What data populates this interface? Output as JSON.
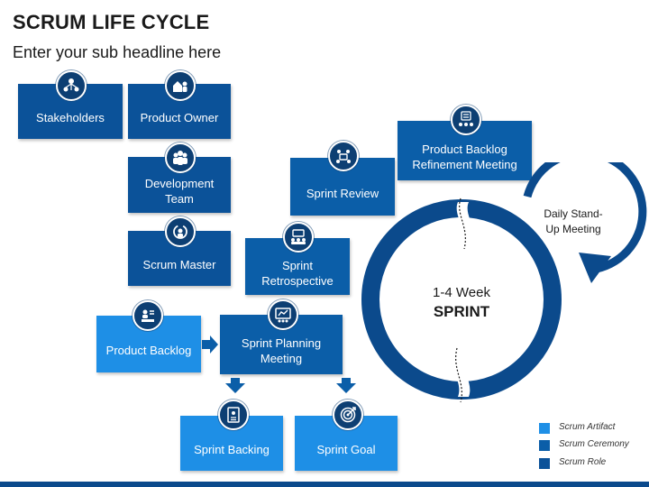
{
  "header": {
    "title": "SCRUM LIFE CYCLE",
    "subtitle": "Enter your sub headline here"
  },
  "boxes": {
    "stakeholders": "Stakeholders",
    "product_owner": "Product Owner",
    "development_team": "Development\nTeam",
    "scrum_master": "Scrum Master",
    "product_backlog": "Product Backlog",
    "sprint_planning": "Sprint Planning\nMeeting",
    "sprint_backing": "Sprint Backing",
    "sprint_goal": "Sprint Goal",
    "sprint_retrospective": "Sprint\nRetrospective",
    "sprint_review": "Sprint Review",
    "backlog_refinement": "Product Backlog\nRefinement Meeting"
  },
  "cycle": {
    "duration": "1-4 Week",
    "label": "SPRINT",
    "daily": "Daily Stand-\nUp Meeting"
  },
  "legend": [
    {
      "label": "Scrum Artifact",
      "color": "#1e8fe6"
    },
    {
      "label": "Scrum Ceremony",
      "color": "#0b5ea8"
    },
    {
      "label": "Scrum Role",
      "color": "#0b5299"
    }
  ],
  "icons": [
    "stakeholders-icon",
    "product-owner-icon",
    "team-icon",
    "scrum-master-icon",
    "backlog-icon",
    "planning-icon",
    "document-icon",
    "target-icon",
    "retrospective-icon",
    "review-icon",
    "refinement-icon"
  ]
}
